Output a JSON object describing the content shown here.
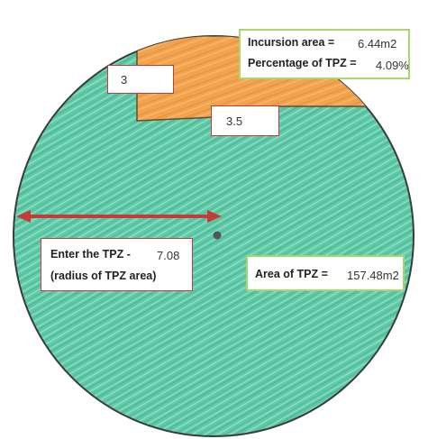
{
  "incursion": {
    "area_label": "Incursion area =",
    "area_value": "6.44m2",
    "percentage_label": "Percentage of TPZ =",
    "percentage_value": "4.09%"
  },
  "tpz_area": {
    "label": "Area of TPZ =",
    "value": "157.48m2"
  },
  "inputs": {
    "side_a": "3",
    "side_b": "3.5"
  },
  "radius": {
    "label_line1": "Enter the TPZ -",
    "label_line2": "(radius of TPZ area)",
    "value": "7.08"
  },
  "colors": {
    "tpz_fill": "#4fc6a4",
    "incursion_fill": "#f0a050",
    "radius_arrow": "#c63a3a",
    "info_border": "#a9d66a",
    "input_border": "#c63a3a"
  }
}
